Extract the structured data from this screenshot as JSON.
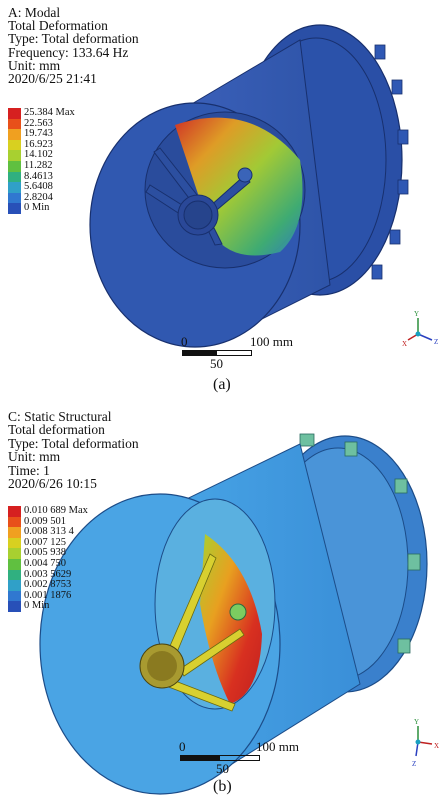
{
  "panel_a": {
    "header": [
      "A: Modal",
      "Total Deformation",
      "Type: Total deformation",
      "Frequency: 133.64 Hz",
      "Unit: mm",
      "2020/6/25 21:41"
    ],
    "legend": [
      {
        "label": "25.384 Max",
        "color": "#d62020"
      },
      {
        "label": "22.563",
        "color": "#e8501a"
      },
      {
        "label": "19.743",
        "color": "#f0a020"
      },
      {
        "label": "16.923",
        "color": "#d8d020"
      },
      {
        "label": "14.102",
        "color": "#a8d030"
      },
      {
        "label": "11.282",
        "color": "#60c040"
      },
      {
        "label": "8.4613",
        "color": "#30b080"
      },
      {
        "label": "5.6408",
        "color": "#30a0c8"
      },
      {
        "label": "2.8204",
        "color": "#3078d0"
      },
      {
        "label": "0 Min",
        "color": "#2850b8"
      }
    ],
    "scale": {
      "start": "0",
      "end": "100 mm",
      "mid": "50"
    },
    "caption": "(a)"
  },
  "panel_b": {
    "header": [
      "C: Static Structural",
      "Total deformation",
      "Type: Total deformation",
      "Unit: mm",
      "Time: 1",
      "2020/6/26 10:15"
    ],
    "legend": [
      {
        "label": "0.010 689 Max",
        "color": "#d62020"
      },
      {
        "label": "0.009 501",
        "color": "#e8501a"
      },
      {
        "label": "0.008 313 4",
        "color": "#f0a020"
      },
      {
        "label": "0.007 125",
        "color": "#d8d020"
      },
      {
        "label": "0.005 938",
        "color": "#a8d030"
      },
      {
        "label": "0.004 750",
        "color": "#60c040"
      },
      {
        "label": "0.003 5629",
        "color": "#30b080"
      },
      {
        "label": "0.002 8753",
        "color": "#30a0c8"
      },
      {
        "label": "0.001 1876",
        "color": "#3078d0"
      },
      {
        "label": "0 Min",
        "color": "#2850b8"
      }
    ],
    "scale": {
      "start": "0",
      "end": "100 mm",
      "mid": "50"
    },
    "caption": "(b)"
  }
}
